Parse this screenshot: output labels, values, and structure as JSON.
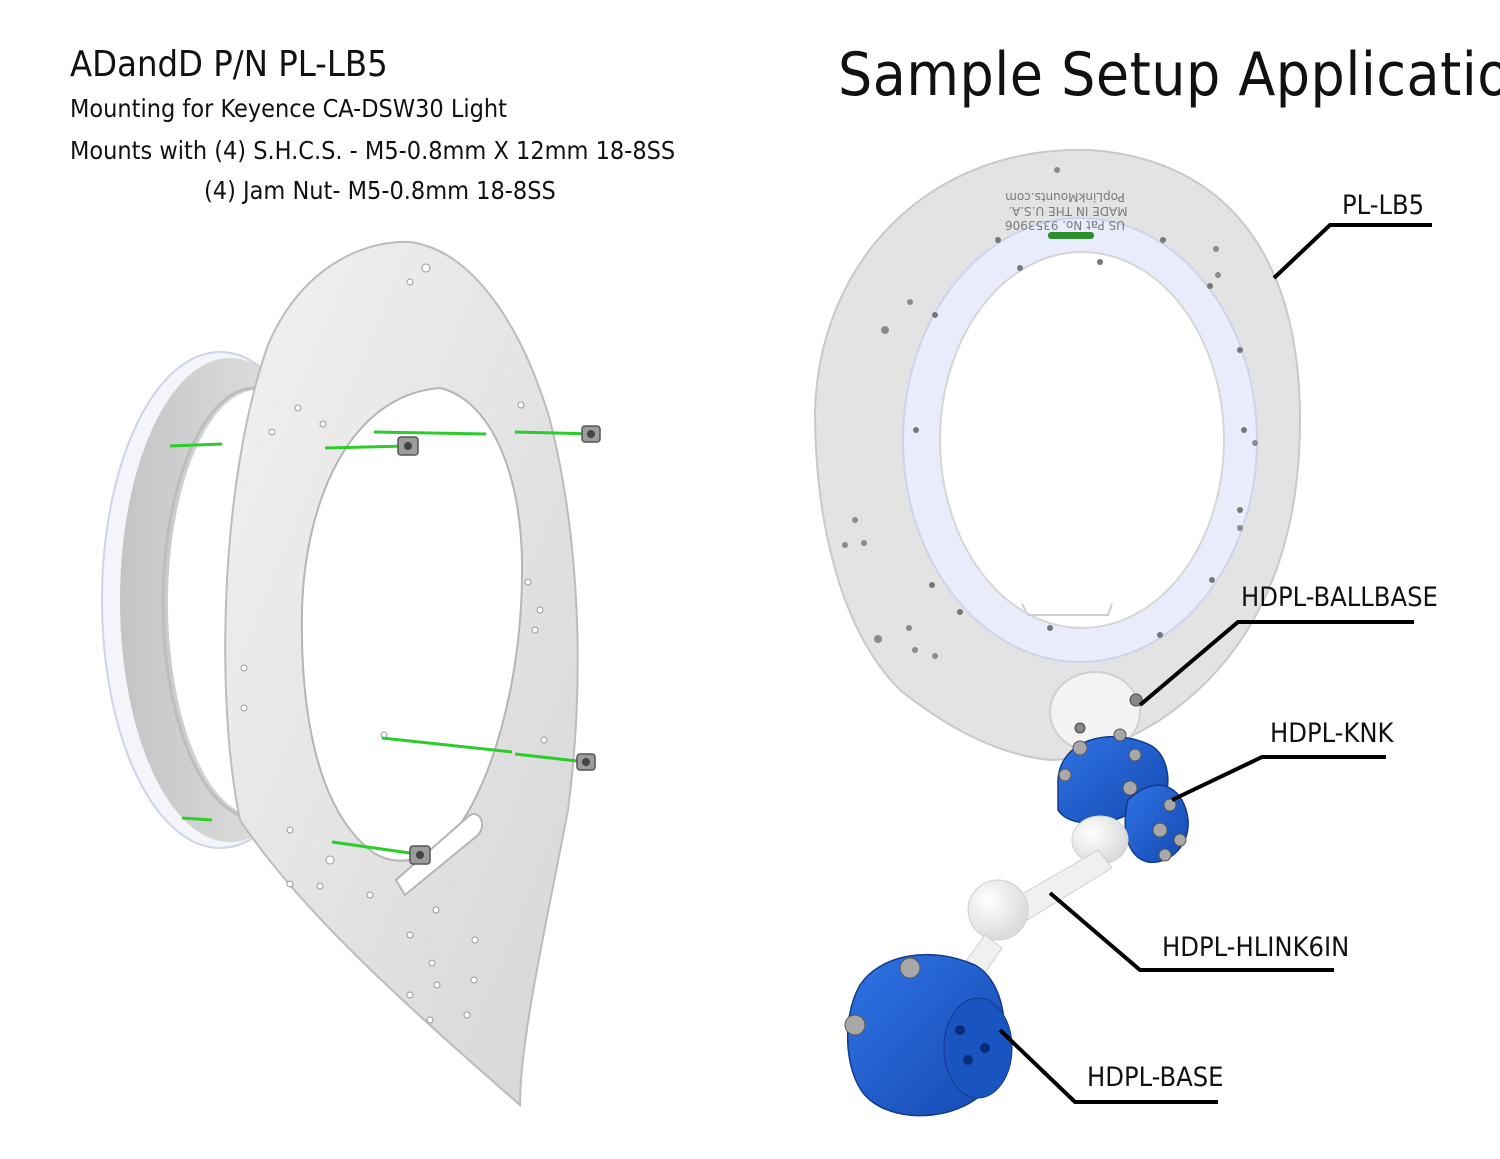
{
  "header": {
    "part_title": "ADandD P/N PL-LB5",
    "line1": "Mounting for Keyence CA-DSW30  Light",
    "line2": "Mounts with (4) S.H.C.S. - M5-0.8mm X 12mm 18-8SS",
    "line3": "(4) Jam Nut- M5-0.8mm 18-8SS"
  },
  "sample": {
    "title": "Sample Setup Application"
  },
  "callouts": {
    "pl_lb5": "PL-LB5",
    "ballbase": "HDPL-BALLBASE",
    "knk": "HDPL-KNK",
    "hlink": "HDPL-HLINK6IN",
    "base": "HDPL-BASE"
  },
  "engraving": {
    "l1": "PopLinkMounts.com",
    "l2": "MADE IN THE U.S.A.",
    "l3": "US Pat No. 9353906"
  },
  "colors": {
    "plate": "#e4e4e4",
    "light_ring": "#eef0fb",
    "mount_blue": "#1d5fcf",
    "screw_line": "#2bcc2b"
  }
}
